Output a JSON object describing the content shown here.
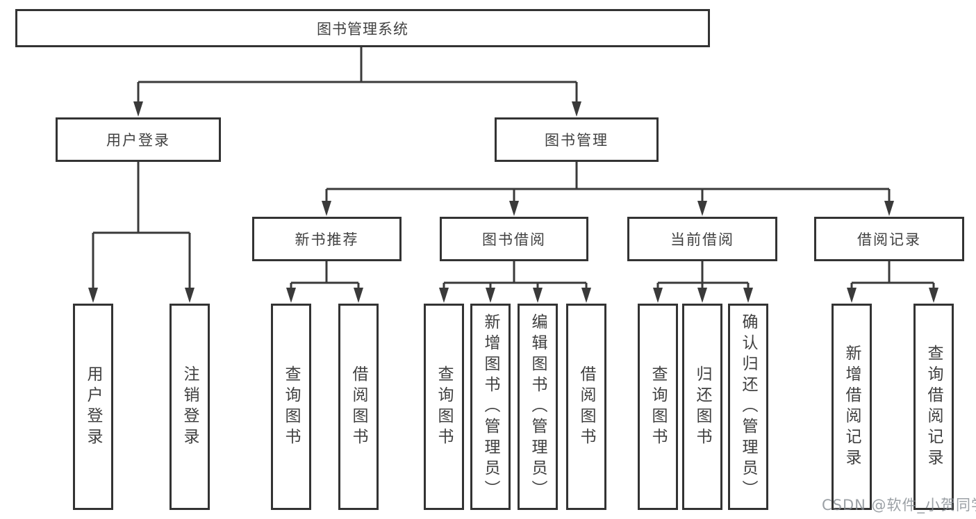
{
  "tree": {
    "root": "图书管理系统",
    "branches": [
      {
        "label": "用户登录",
        "children": [
          "用户登录",
          "注销登录"
        ]
      },
      {
        "label": "图书管理",
        "groups": [
          {
            "label": "新书推荐",
            "children": [
              "查询图书",
              "借阅图书"
            ]
          },
          {
            "label": "图书借阅",
            "children": [
              "查询图书",
              "新增图书（管理员）",
              "编辑图书（管理员）",
              "借阅图书"
            ]
          },
          {
            "label": "当前借阅",
            "children": [
              "查询图书",
              "归还图书",
              "确认归还（管理员）"
            ]
          },
          {
            "label": "借阅记录",
            "children": [
              "新增借阅记录",
              "查询借阅记录"
            ]
          }
        ]
      }
    ]
  },
  "watermark": "CSDN @软件_小贺同学",
  "colors": {
    "line": "#3a3a3a",
    "box_border": "#333333",
    "text": "#404040",
    "watermark": "#82888e",
    "background": "#ffffff"
  }
}
